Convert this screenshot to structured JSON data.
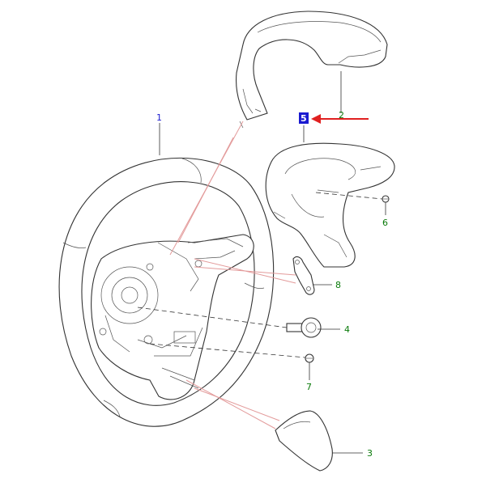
{
  "callouts": {
    "p1": "1",
    "p2": "2",
    "p3": "3",
    "p4": "4",
    "p5": "5",
    "p6": "6",
    "p7": "7",
    "p8": "8"
  },
  "colors": {
    "callout_green": "#0a7a0a",
    "callout_blue": "#1a1ad0",
    "highlight": "#1a1ad0",
    "arrow_red": "#e02020",
    "line": "#333333",
    "pink_leader": "#e39b9b"
  }
}
